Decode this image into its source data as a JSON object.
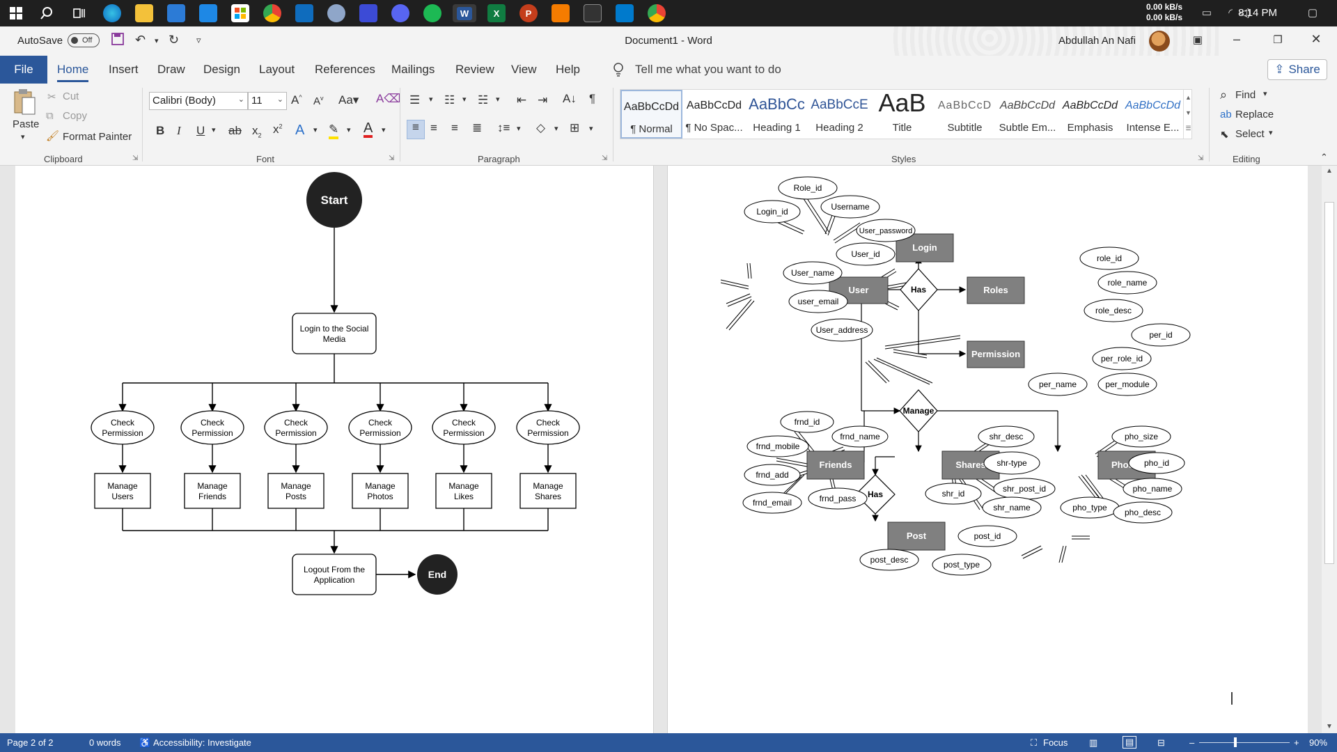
{
  "taskbar": {
    "net_up": "0.00 kB/s",
    "net_down": "0.00 kB/s",
    "time": "8:14 PM",
    "apps": [
      "search-icon",
      "task-view-icon",
      "edge-icon",
      "file-explorer-icon",
      "app-icon",
      "photos-icon",
      "store-icon",
      "chrome-icon",
      "mail-icon",
      "app-icon",
      "app-icon",
      "discord-icon",
      "spotify-icon",
      "word-icon",
      "excel-icon",
      "powerpoint-icon",
      "app-icon",
      "terminal-icon",
      "vscode-icon",
      "chrome-icon"
    ]
  },
  "titlebar": {
    "autosave_label": "AutoSave",
    "autosave_state": "Off",
    "doc_title": "Document1  -  Word",
    "user_name": "Abdullah An Nafi"
  },
  "tabs": {
    "file": "File",
    "items": [
      "Home",
      "Insert",
      "Draw",
      "Design",
      "Layout",
      "References",
      "Mailings",
      "Review",
      "View",
      "Help"
    ],
    "active": "Home",
    "tell_me": "Tell me what you want to do",
    "share": "Share"
  },
  "ribbon": {
    "clipboard": {
      "label": "Clipboard",
      "paste": "Paste",
      "cut": "Cut",
      "copy": "Copy",
      "format_painter": "Format Painter"
    },
    "font": {
      "label": "Font",
      "family": "Calibri (Body)",
      "size": "11"
    },
    "paragraph": {
      "label": "Paragraph"
    },
    "styles": {
      "label": "Styles",
      "items": [
        {
          "preview": "AaBbCcDd",
          "name": "¶ Normal"
        },
        {
          "preview": "AaBbCcDd",
          "name": "¶ No Spac..."
        },
        {
          "preview": "AaBbCc",
          "name": "Heading 1"
        },
        {
          "preview": "AaBbCcE",
          "name": "Heading 2"
        },
        {
          "preview": "AaB",
          "name": "Title"
        },
        {
          "preview": "AaBbCcD",
          "name": "Subtitle"
        },
        {
          "preview": "AaBbCcDd",
          "name": "Subtle Em..."
        },
        {
          "preview": "AaBbCcDd",
          "name": "Emphasis"
        },
        {
          "preview": "AaBbCcDd",
          "name": "Intense E..."
        }
      ]
    },
    "editing": {
      "label": "Editing",
      "find": "Find",
      "replace": "Replace",
      "select": "Select"
    }
  },
  "flowchart": {
    "start": "Start",
    "login": [
      "Login to the Social",
      "Media"
    ],
    "check": [
      "Check",
      "Permission"
    ],
    "manage": [
      [
        "Manage",
        "Users"
      ],
      [
        "Manage",
        "Friends"
      ],
      [
        "Manage",
        "Posts"
      ],
      [
        "Manage",
        "Photos"
      ],
      [
        "Manage",
        "Likes"
      ],
      [
        "Manage",
        "Shares"
      ]
    ],
    "logout": [
      "Logout From the",
      "Application"
    ],
    "end": "End"
  },
  "er": {
    "entities": {
      "login": "Login",
      "user": "User",
      "roles": "Roles",
      "permission": "Permission",
      "friends": "Friends",
      "shares": "Shares",
      "photos": "Photos",
      "post": "Post"
    },
    "relations": {
      "has1": "Has",
      "manage": "Manage",
      "has2": "Has"
    },
    "attrs": {
      "role_id_upper": "Role_id",
      "login_id": "Login_id",
      "username": "Username",
      "user_password": "User_password",
      "user_id": "User_id",
      "user_name": "User_name",
      "user_email": "user_email",
      "user_address": "User_address",
      "role_id": "role_id",
      "role_name": "role_name",
      "role_desc": "role_desc",
      "per_id": "per_id",
      "per_role_id": "per_role_id",
      "per_name": "per_name",
      "per_module": "per_module",
      "frnd_id": "frnd_id",
      "frnd_name": "frnd_name",
      "frnd_mobile": "frnd_mobile",
      "frnd_add": "frnd_add",
      "frnd_email": "frnd_email",
      "frnd_pass": "frnd_pass",
      "shr_desc": "shr_desc",
      "shr_type": "shr-type",
      "shr_post_id": "shr_post_id",
      "shr_id": "shr_id",
      "shr_name": "shr_name",
      "pho_size": "pho_size",
      "pho_id": "pho_id",
      "pho_name": "pho_name",
      "pho_type": "pho_type",
      "pho_desc": "pho_desc",
      "post_id": "post_id",
      "post_desc": "post_desc",
      "post_type": "post_type"
    }
  },
  "statusbar": {
    "page": "Page 2 of 2",
    "words": "0 words",
    "accessibility": "Accessibility: Investigate",
    "focus": "Focus",
    "zoom": "90%",
    "zoom_fraction": 0.4
  },
  "colors": {
    "word_blue": "#2b579a",
    "entity_fill": "#808080",
    "taskbar": "#1f1f1f"
  }
}
